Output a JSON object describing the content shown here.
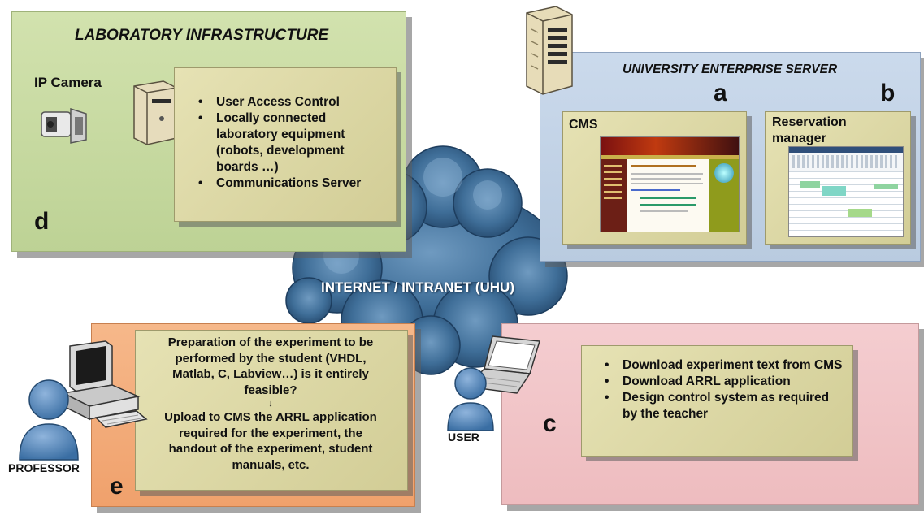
{
  "lab": {
    "title": "LABORATORY INFRASTRUCTURE",
    "camera_label": "IP Camera",
    "letter": "d",
    "items": [
      "User Access Control",
      "Locally connected laboratory equipment (robots, development boards …)",
      "Communications Server"
    ]
  },
  "server": {
    "title": "UNIVERSITY ENTERPRISE SERVER",
    "cms": {
      "letter": "a",
      "label": "CMS"
    },
    "reservation": {
      "letter": "b",
      "label": "Reservation manager"
    }
  },
  "network": {
    "label": "INTERNET / INTRANET (UHU)"
  },
  "professor": {
    "label": "PROFESSOR",
    "letter": "e",
    "text1": "Preparation of the experiment to be performed by the student (VHDL, Matlab, C, Labview…) is it entirely feasible?",
    "arrow": "↓",
    "text2": "Upload to CMS the ARRL application required for the experiment, the handout of the experiment, student manuals, etc."
  },
  "user": {
    "label": "USER",
    "letter": "c",
    "items": [
      "Download experiment text from CMS",
      "Download ARRL application",
      "Design control system as required by the teacher"
    ]
  },
  "colors": {
    "lab_panel": "#c9dba4",
    "server_panel": "#c3d3e6",
    "professor_panel": "#f4ae7c",
    "user_panel": "#f2c7c9",
    "inner_box": "#dcd7a4",
    "cloud": "#3b6d96"
  }
}
